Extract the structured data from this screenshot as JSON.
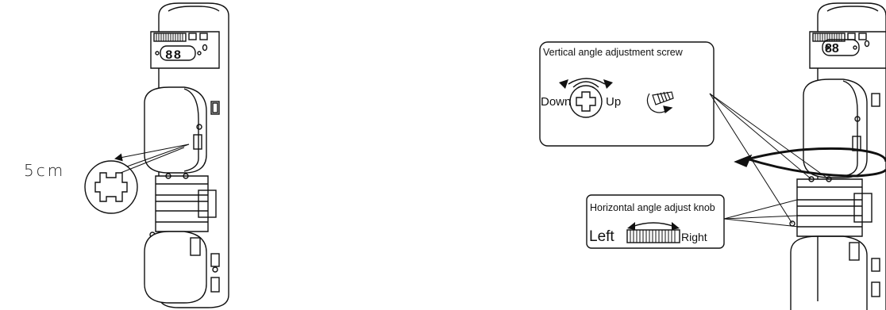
{
  "distance_label": "5cm",
  "display_digits": "88",
  "vertical_box": {
    "title": "Vertical angle adjustment screw",
    "down_label": "Down",
    "up_label": "Up"
  },
  "horizontal_box": {
    "title": "Horizontal angle adjust knob",
    "left_label": "Left",
    "right_label": "Right"
  }
}
